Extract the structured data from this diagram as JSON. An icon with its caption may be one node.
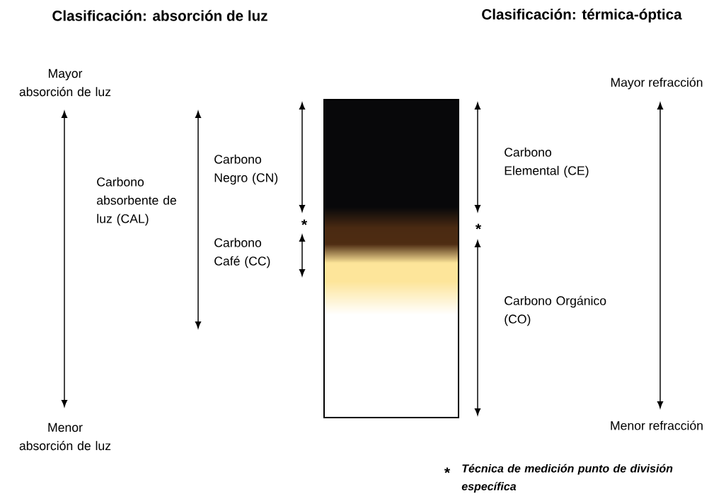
{
  "diagram": {
    "labels": [
      "Clasificación: absorción de luz",
      "Clasificación: térmica-óptica",
      "Mayor absorción de luz",
      "Mayor refracción",
      "Carbono Negro (CN)",
      "Carbono Elemental (CE)",
      "Carbono absorbente de luz (CAL)",
      "*",
      "*",
      "Carbono Café (CC)",
      "Carbono Orgánico (CO)",
      "Menor absorción de luz",
      "Menor refracción",
      "*",
      "Técnica de medición punto de división específica"
    ]
  }
}
